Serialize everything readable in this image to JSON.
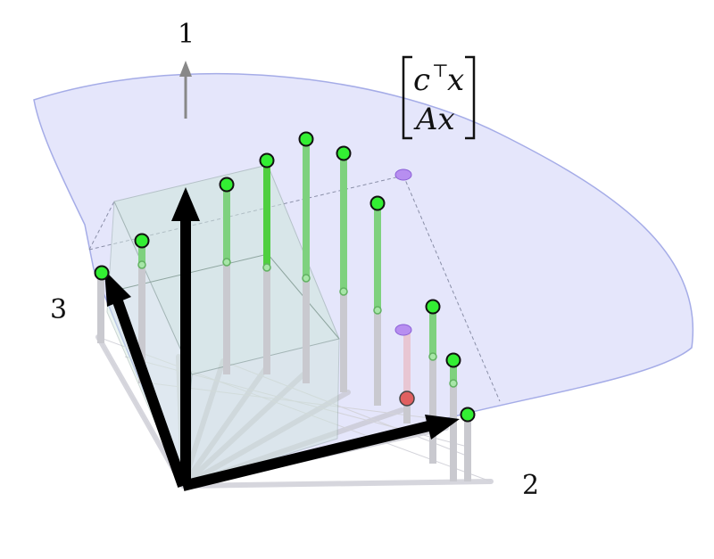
{
  "axis_labels": {
    "axis_1": "1",
    "axis_2": "2",
    "axis_3": "3"
  },
  "annotation": {
    "row1_var": "c",
    "row1_sup": "⊤",
    "row1_rest": "x",
    "row2": "Ax"
  },
  "colors": {
    "surface_fill": "#e3e4fb",
    "surface_edge": "#9ea6e6",
    "box_fill": "#cfe6dc",
    "point_fill": "#33ee33",
    "point_stroke": "#111111",
    "stick_green": "#7ed17e",
    "stick_gray": "#c9c9cf",
    "highlight_red": "#e06060",
    "highlight_purple": "#b78ef0",
    "axis_black": "#000000"
  }
}
